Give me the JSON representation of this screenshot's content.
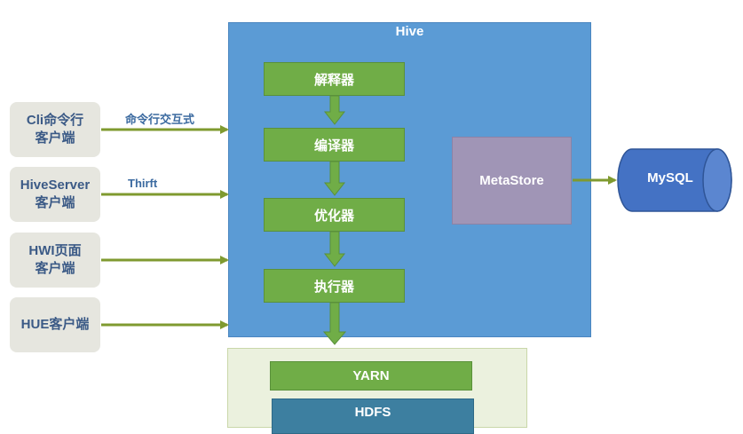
{
  "hive": {
    "title": "Hive"
  },
  "clients": [
    {
      "label": "Cli命令行\n客户端"
    },
    {
      "label": "HiveServer\n客户端"
    },
    {
      "label": "HWI页面\n客户端"
    },
    {
      "label": "HUE客户端"
    }
  ],
  "edge_labels": {
    "cli": "命令行交互式",
    "hiveserver": "Thirft"
  },
  "pipeline": [
    {
      "label": "解释器"
    },
    {
      "label": "编译器"
    },
    {
      "label": "优化器"
    },
    {
      "label": "执行器"
    }
  ],
  "metastore": {
    "label": "MetaStore"
  },
  "mysql": {
    "label": "MySQL"
  },
  "platform": {
    "yarn": "YARN",
    "hdfs": "HDFS"
  },
  "colors": {
    "hive_bg": "#5b9bd5",
    "green": "#70ad47",
    "arrow": "#7f9a2f",
    "metastore": "#a095b6",
    "mysql": "#4472c4",
    "client_bg": "#e6e6df",
    "hdfs": "#3d7fa0"
  }
}
